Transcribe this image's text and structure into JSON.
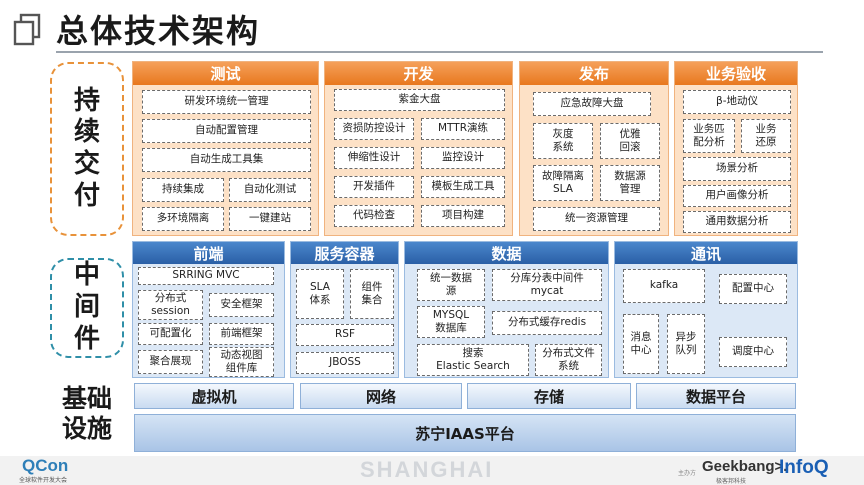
{
  "title": "总体技术架构",
  "row_labels": {
    "continuous_delivery": [
      "持",
      "续",
      "交",
      "付"
    ],
    "middleware": [
      "中",
      "间",
      "件"
    ],
    "infrastructure": [
      "基础",
      "设施"
    ]
  },
  "delivery": {
    "test": {
      "header": "测试",
      "items": [
        "研发环境统一管理",
        "自动配置管理",
        "自动生成工具集",
        "持续集成",
        "自动化测试",
        "多环境隔离",
        "一键建站"
      ]
    },
    "develop": {
      "header": "开发",
      "items": [
        "紫金大盘",
        "资损防控设计",
        "MTTR演练",
        "伸缩性设计",
        "监控设计",
        "开发插件",
        "模板生成工具",
        "代码检查",
        "项目构建"
      ]
    },
    "release": {
      "header": "发布",
      "items": [
        "应急故障大盘",
        "灰度\n系统",
        "优雅\n回滚",
        "故障隔离\nSLA",
        "数据源\n管理",
        "统一资源管理"
      ]
    },
    "acceptance": {
      "header": "业务验收",
      "items": [
        "β-地动仪",
        "业务匹\n配分析",
        "业务\n还原",
        "场景分析",
        "用户画像分析",
        "通用数据分析"
      ]
    }
  },
  "middleware": {
    "frontend": {
      "header": "前端",
      "items": [
        "SRRING MVC",
        "分布式\nsession",
        "安全框架",
        "可配置化",
        "前端框架",
        "聚合展现",
        "动态视图\n组件库"
      ]
    },
    "container": {
      "header": "服务容器",
      "items": [
        "SLA\n体系",
        "组件\n集合",
        "RSF",
        "JBOSS"
      ]
    },
    "data": {
      "header": "数据",
      "items": [
        "统一数据\n源",
        "分库分表中间件\nmycat",
        "MYSQL\n数据库",
        "分布式缓存redis",
        "搜索\nElastic Search",
        "分布式文件\n系统"
      ]
    },
    "comm": {
      "header": "通讯",
      "items": [
        "kafka",
        "配置中心",
        "消息\n中心",
        "异步\n队列",
        "调度中心"
      ]
    }
  },
  "infrastructure": {
    "items": [
      "虚拟机",
      "网络",
      "存储",
      "数据平台"
    ],
    "platform": "苏宁IAAS平台"
  },
  "footer": {
    "qcon": "QCon",
    "qcon_sub": "全球软件开发大会",
    "city": "SHANGHAI",
    "host": "主办方",
    "geek": "Geekbang>.",
    "geek_sub": "极客邦科技",
    "infoq": "InfoQ"
  },
  "colors": {
    "orange_header": "#e8781e",
    "orange_bg": "#fde1c6",
    "blue_header": "#2a5fa6",
    "blue_bg": "#dce8f6"
  }
}
